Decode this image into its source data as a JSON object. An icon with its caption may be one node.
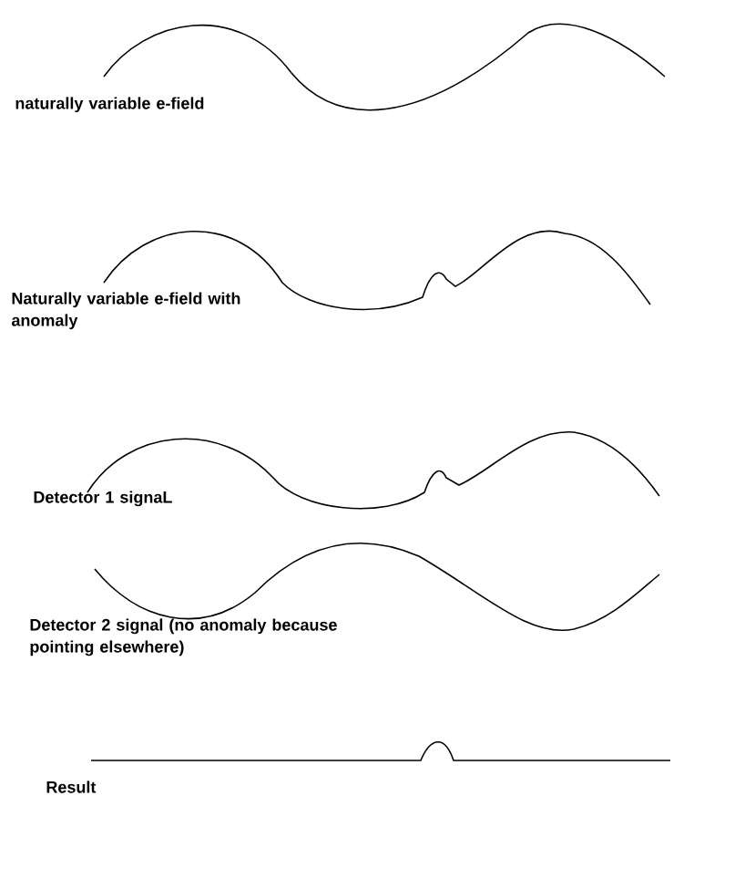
{
  "diagram": {
    "labels": [
      "naturally variable e-field",
      "Naturally variable e-field with anomaly",
      "Detector 1 signaL",
      "Detector 2 signal (no anomaly because pointing elsewhere)",
      "Result"
    ]
  }
}
